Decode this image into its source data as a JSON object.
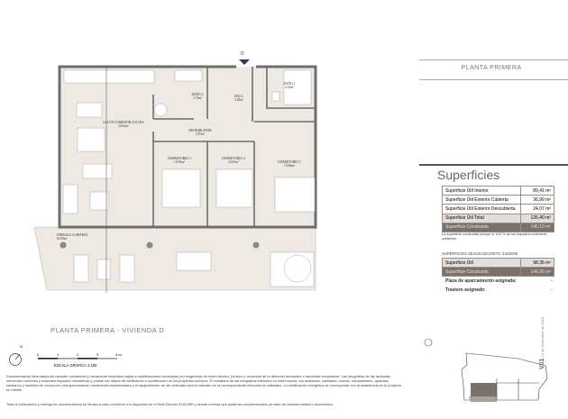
{
  "plan": {
    "entrance_marker": "D",
    "rooms": [
      {
        "name": "SALÓN COMEDOR COCINA",
        "area": "33.94m²"
      },
      {
        "name": "BAÑO 2",
        "area": "3.73m²"
      },
      {
        "name": "HALL",
        "area": "5.48m²"
      },
      {
        "name": "BAÑO 1",
        "area": "4.33m²"
      },
      {
        "name": "DISTRIBUIDOR",
        "area": "5.87m²"
      },
      {
        "name": "DORMITORIO 3",
        "area": "10.50m²"
      },
      {
        "name": "DORMITORIO 2",
        "area": "10.25m²"
      },
      {
        "name": "DORMITORIO 1",
        "area": "15.06m²"
      },
      {
        "name": "TERRAZA CUBIERTA",
        "area": "36.99m²"
      }
    ]
  },
  "plan_title": "PLANTA PRIMERA - VIVIENDA D",
  "scale": {
    "ticks": [
      "0",
      "1",
      "2",
      "3",
      "4 m"
    ],
    "label": "ESCALA GRÁFICA   1:100",
    "north": "N"
  },
  "disclaimer": {
    "p1": "Documentación informativa sin carácter contractual y meramente ilustrativa sujeta a modificaciones necesarias por exigencias de orden técnico, jurídico o comercial de la dirección facultativa o autoridad competente. Las infografías de las fachadas, elementos comunes y restantes espacios orientativas y podrán ser objeto de verificación o modificación en los proyectos técnicos. El mobiliario de las infografías interiores no está incluido, los acabados, calidades, colores, equipamiento, aparatos sanitarios y muebles de cocina son una aproximación meramente representativa y el equipamiento de las viviendas será el indicado en la correspondiente memoria de calidades. La certificación energética se corresponde con la establecida en el proyecto en trámite.",
    "p2": "Toda la información y entrega de documentación se llevará a cabo conforme a lo dispuesto en el Real Decreto 515/1989 y demás normas que pudieran complementarlo ya sean de carácter estatal o autonómico."
  },
  "sidebar": {
    "floor": "PLANTA PRIMERA",
    "heading": "Superficies",
    "table": [
      {
        "label": "Superficie Útil Interior",
        "value": "89,41 m²"
      },
      {
        "label": "Superficie Útil Exterior Cubierta",
        "value": "36,99 m²"
      },
      {
        "label": "Superficie Útil Exterior Descubierta",
        "value": "24,07 m²"
      },
      {
        "label": "Superficie Útil Total",
        "value": "126,40 m²"
      },
      {
        "label": "Superficie Construida",
        "value": "145,10 m²"
      }
    ],
    "note": "La superficie construida incluye el 100 % de los espacios exteriores cubiertos.",
    "decreto_title": "SUPERFICIES SEGUN DECRETO 218/2005",
    "decreto": [
      {
        "label": "Superficie Útil",
        "value": "98,35 m²"
      },
      {
        "label": "Superficie Construida",
        "value": "146,90 m²"
      }
    ],
    "parking_label": "Plaza de aparcamiento asignada:",
    "parking_value": "-",
    "storage_label": "Trastero asignado:",
    "storage_value": "-"
  },
  "version": {
    "code": "V01",
    "date": "13 de Diciembre de 2024"
  },
  "colors": {
    "floor": "#efe9e3",
    "wall": "#6e6e6e",
    "accent": "#7c716a",
    "marker": "#2b3a5c"
  }
}
